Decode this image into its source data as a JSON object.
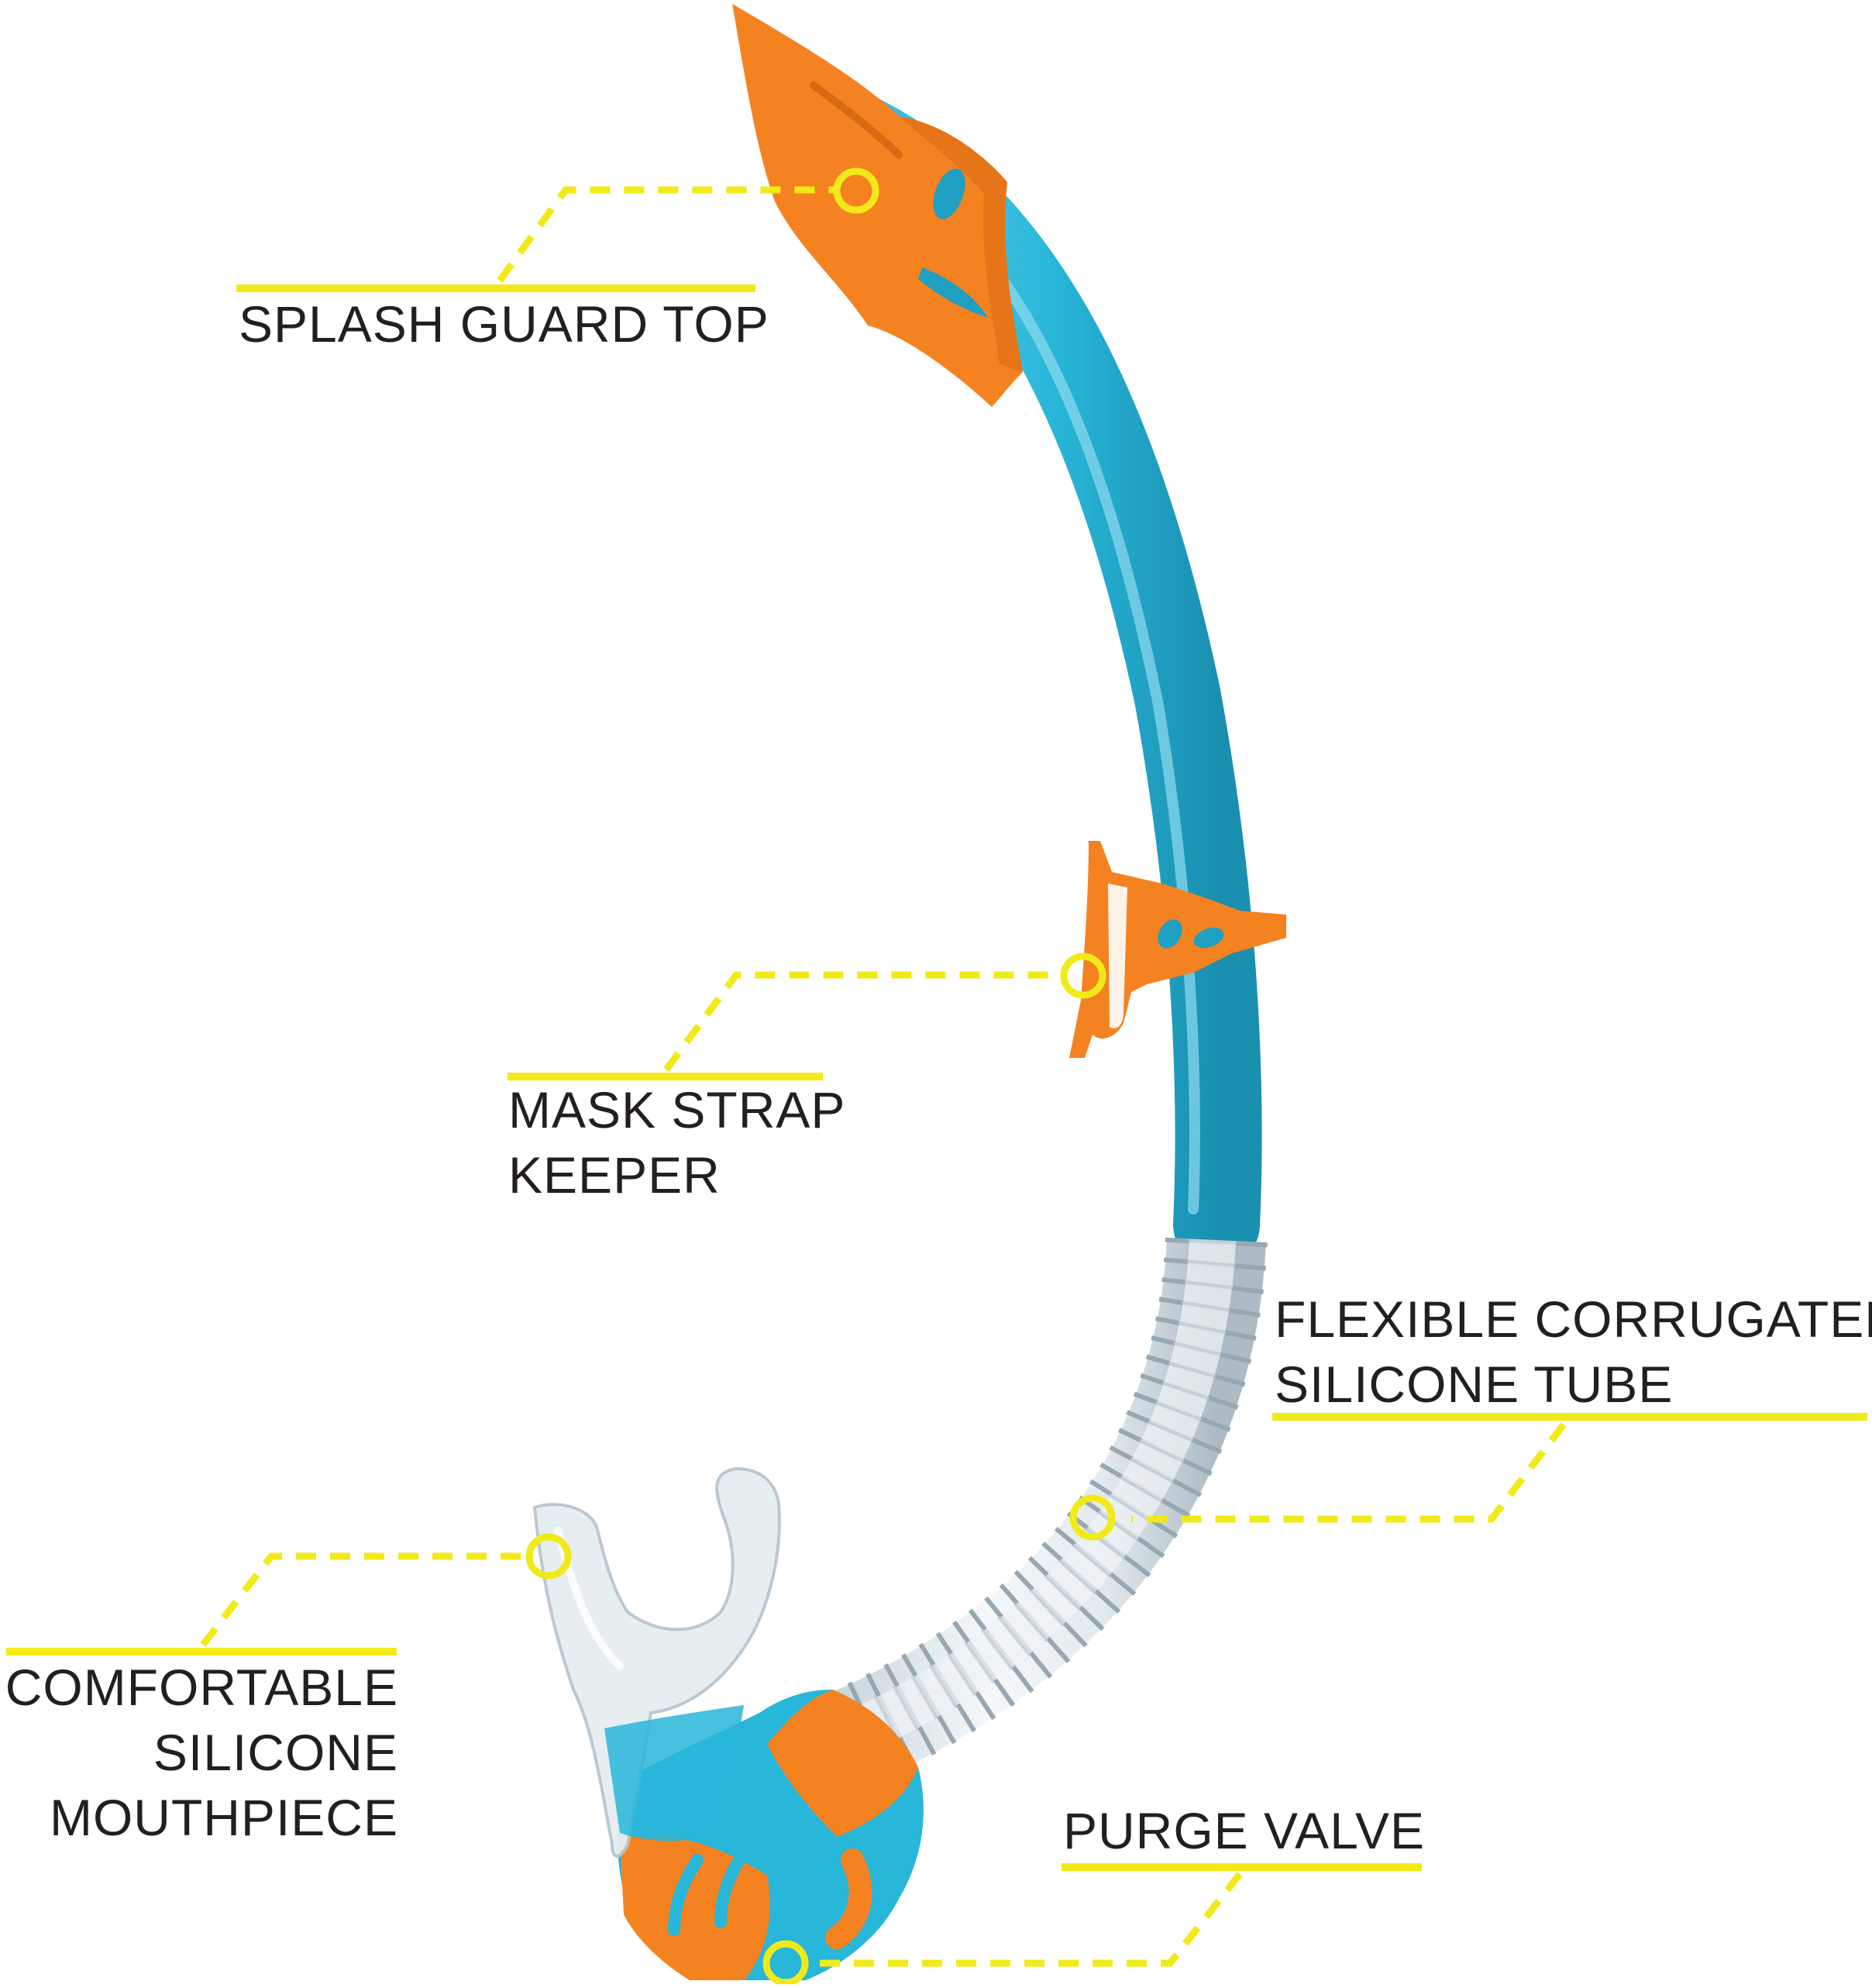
{
  "colors": {
    "tube": "#28b6d9",
    "tube_dark": "#1f9fc2",
    "tube_light": "#7fd6ec",
    "accent": "#f58220",
    "accent_dark": "#d96a12",
    "clear": "#dfe7ec",
    "clear_edge": "#9aa9b3",
    "callout": "#f2ea18",
    "text": "#231f20"
  },
  "callouts": {
    "splash_guard": {
      "line1": "SPLASH GUARD TOP"
    },
    "mask_strap": {
      "line1": "MASK STRAP",
      "line2": "KEEPER"
    },
    "corrugated": {
      "line1": "FLEXIBLE CORRUGATED",
      "line2": "SILICONE TUBE"
    },
    "mouthpiece": {
      "line1": "COMFORTABLE",
      "line2": "SILICONE",
      "line3": "MOUTHPIECE"
    },
    "purge_valve": {
      "line1": "PURGE VALVE"
    }
  }
}
